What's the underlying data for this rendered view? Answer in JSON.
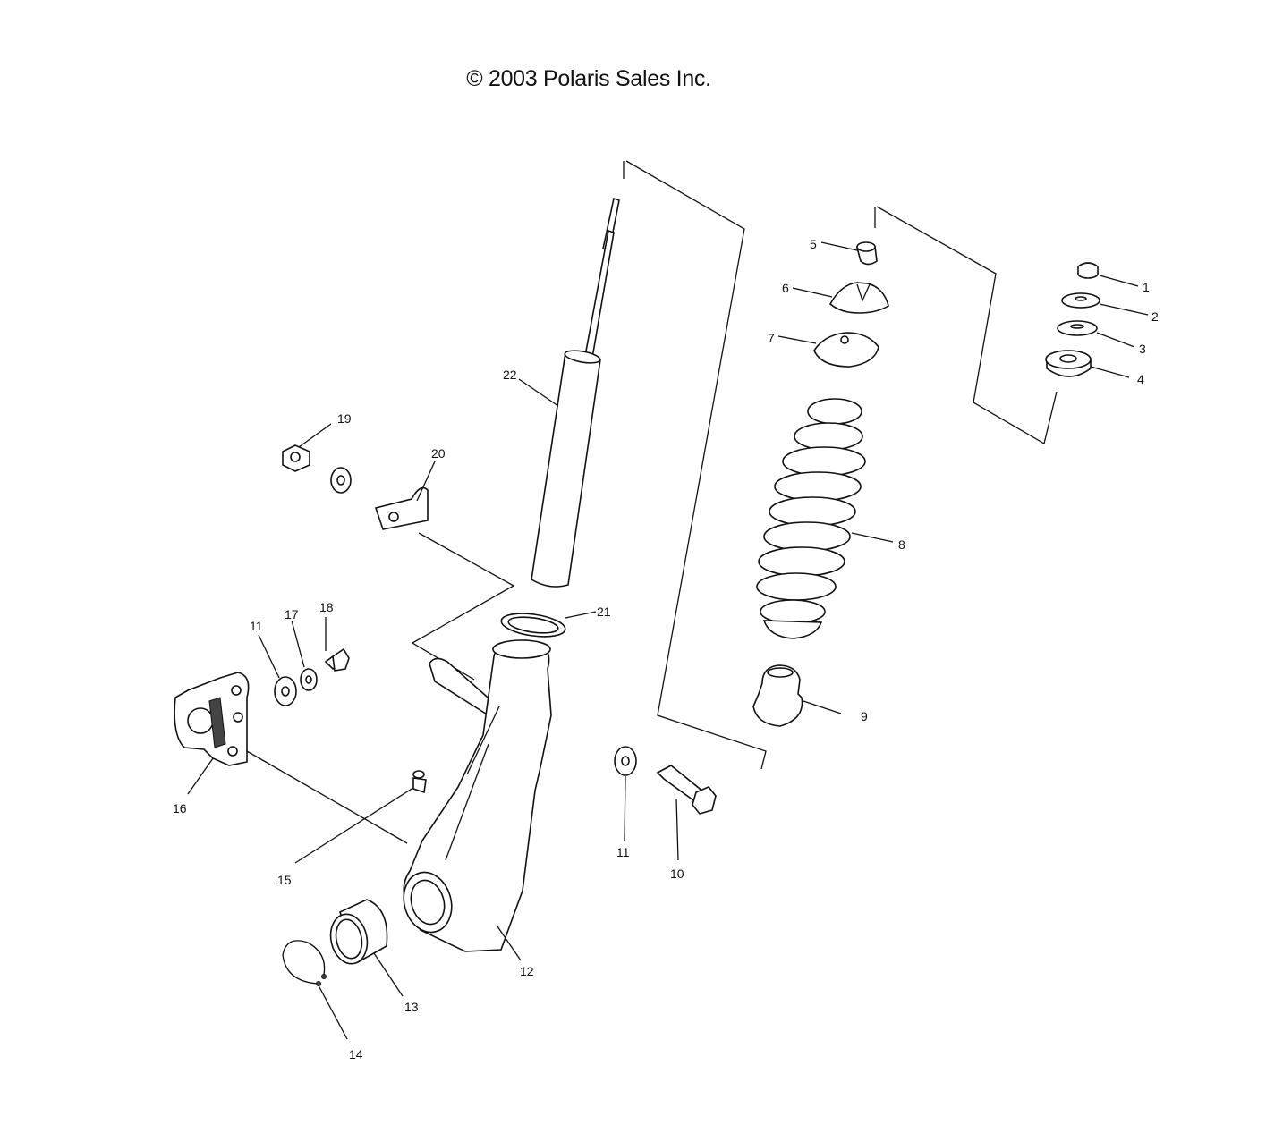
{
  "header": {
    "copyright": "© 2003 Polaris Sales Inc."
  },
  "callouts": [
    {
      "id": "1",
      "text": "1"
    },
    {
      "id": "2",
      "text": "2"
    },
    {
      "id": "3",
      "text": "3"
    },
    {
      "id": "4",
      "text": "4"
    },
    {
      "id": "5",
      "text": "5"
    },
    {
      "id": "6",
      "text": "6"
    },
    {
      "id": "7",
      "text": "7"
    },
    {
      "id": "8",
      "text": "8"
    },
    {
      "id": "9",
      "text": "9"
    },
    {
      "id": "10",
      "text": "10"
    },
    {
      "id": "11a",
      "text": "11"
    },
    {
      "id": "11b",
      "text": "11"
    },
    {
      "id": "12",
      "text": "12"
    },
    {
      "id": "13",
      "text": "13"
    },
    {
      "id": "14",
      "text": "14"
    },
    {
      "id": "15",
      "text": "15"
    },
    {
      "id": "16",
      "text": "16"
    },
    {
      "id": "17",
      "text": "17"
    },
    {
      "id": "18",
      "text": "18"
    },
    {
      "id": "19",
      "text": "19"
    },
    {
      "id": "20",
      "text": "20"
    },
    {
      "id": "21",
      "text": "21"
    },
    {
      "id": "22",
      "text": "22"
    }
  ]
}
